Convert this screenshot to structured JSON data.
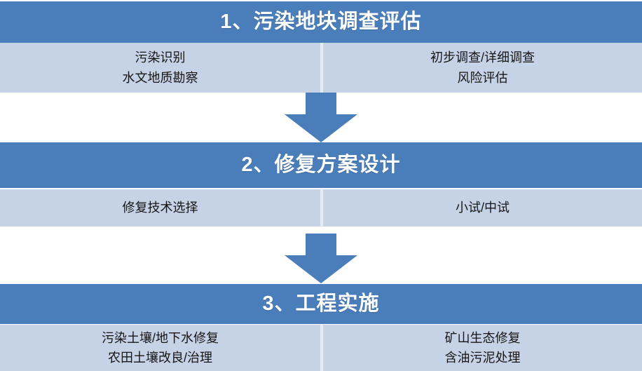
{
  "diagram": {
    "type": "vertical-process-flow",
    "theme": {
      "header_fill": "#4a7ebb",
      "body_fill": "#c6d2e5",
      "arrow_fill": "#4a7ebb",
      "header_text_color": "#ffffff",
      "body_text_color": "#161616",
      "page_background": "#ffffff"
    },
    "stages": [
      {
        "title": "1、污染地块调查评估",
        "left_column": [
          "污染识别",
          "水文地质勘察"
        ],
        "right_column": [
          "初步调查/详细调查",
          "风险评估"
        ]
      },
      {
        "title": "2、修复方案设计",
        "left_column": [
          "修复技术选择"
        ],
        "right_column": [
          "小试/中试"
        ]
      },
      {
        "title": "3、工程实施",
        "left_column": [
          "污染土壤/地下水修复",
          "农田土壤改良/治理"
        ],
        "right_column": [
          "矿山生态修复",
          "含油污泥处理"
        ]
      }
    ],
    "connectors": [
      {
        "icon": "arrow-down-icon",
        "from_stage": 1,
        "to_stage": 2
      },
      {
        "icon": "arrow-down-icon",
        "from_stage": 2,
        "to_stage": 3
      }
    ]
  }
}
